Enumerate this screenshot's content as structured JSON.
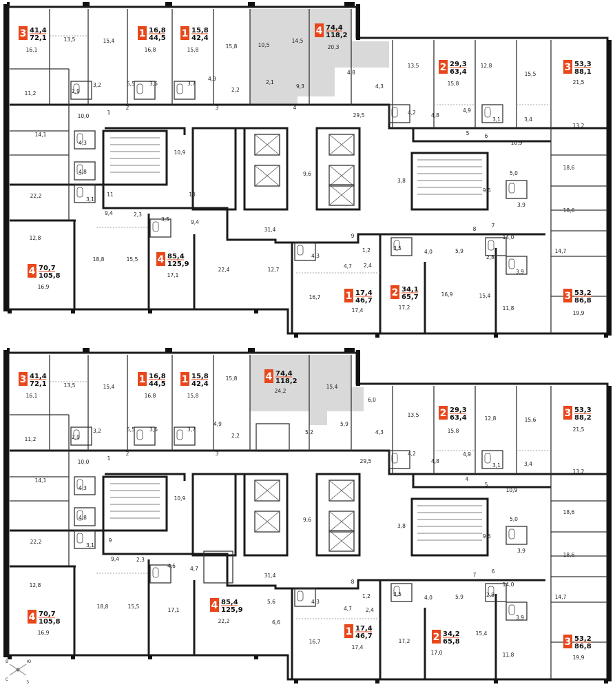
{
  "floors": [
    {
      "apartments": [
        {
          "rooms": "3",
          "area": "41,4",
          "total": "72,1"
        },
        {
          "rooms": "1",
          "area": "16,8",
          "total": "44,5"
        },
        {
          "rooms": "1",
          "area": "15,8",
          "total": "42,4"
        },
        {
          "rooms": "4",
          "area": "74,4",
          "total": "118,2"
        },
        {
          "rooms": "2",
          "area": "29,3",
          "total": "63,4"
        },
        {
          "rooms": "3",
          "area": "53,3",
          "total": "88,1"
        },
        {
          "rooms": "4",
          "area": "70,7",
          "total": "105,8"
        },
        {
          "rooms": "4",
          "area": "85,4",
          "total": "125,9"
        },
        {
          "rooms": "1",
          "area": "17,4",
          "total": "46,7"
        },
        {
          "rooms": "2",
          "area": "34,1",
          "total": "65,7"
        },
        {
          "rooms": "3",
          "area": "53,2",
          "total": "86,8"
        }
      ],
      "room_areas": [
        "16,1",
        "13,5",
        "15,4",
        "16,8",
        "15,8",
        "15,8",
        "10,5",
        "14,5",
        "20,3",
        "13,5",
        "15,8",
        "12,8",
        "15,5",
        "21,5",
        "11,2",
        "2,9",
        "3,2",
        "5,5",
        "3,6",
        "3,7",
        "4,9",
        "2,2",
        "2,1",
        "9,3",
        "4,8",
        "4,3",
        "4,2",
        "4,8",
        "4,9",
        "3,1",
        "3,4",
        "10,0",
        "29,5",
        "14,1",
        "4,3",
        "10,9",
        "13,2",
        "10,9",
        "4,8",
        "9,6",
        "3,8",
        "18,6",
        "5,0",
        "22,2",
        "3,1",
        "9,5",
        "3,9",
        "9,4",
        "2,3",
        "3,5",
        "9,4",
        "18,6",
        "12,8",
        "31,4",
        "14,0",
        "1,2",
        "3,5",
        "4,0",
        "5,9",
        "2,8",
        "14,7",
        "4,3",
        "4,7",
        "2,4",
        "18,8",
        "15,5",
        "17,1",
        "22,4",
        "12,7",
        "3,9",
        "16,9",
        "16,7",
        "17,4",
        "17,2",
        "16,9",
        "15,4",
        "11,8",
        "19,9"
      ],
      "markers": [
        "1",
        "2",
        "3",
        "4",
        "5",
        "6",
        "7",
        "8",
        "9",
        "10",
        "11"
      ]
    },
    {
      "apartments": [
        {
          "rooms": "3",
          "area": "41,4",
          "total": "72,1"
        },
        {
          "rooms": "1",
          "area": "16,8",
          "total": "44,5"
        },
        {
          "rooms": "1",
          "area": "15,8",
          "total": "42,4"
        },
        {
          "rooms": "4",
          "area": "74,4",
          "total": "118,2"
        },
        {
          "rooms": "2",
          "area": "29,3",
          "total": "63,4"
        },
        {
          "rooms": "3",
          "area": "53,3",
          "total": "88,2"
        },
        {
          "rooms": "4",
          "area": "70,7",
          "total": "105,8"
        },
        {
          "rooms": "4",
          "area": "85,4",
          "total": "125,9"
        },
        {
          "rooms": "1",
          "area": "17,4",
          "total": "46,7"
        },
        {
          "rooms": "2",
          "area": "34,2",
          "total": "65,8"
        },
        {
          "rooms": "3",
          "area": "53,2",
          "total": "86,8"
        }
      ],
      "room_areas": [
        "16,1",
        "13,5",
        "15,4",
        "16,8",
        "15,8",
        "15,8",
        "24,2",
        "15,4",
        "6,0",
        "13,5",
        "15,8",
        "12,8",
        "15,6",
        "21,5",
        "11,2",
        "2,9",
        "3,2",
        "5,5",
        "3,6",
        "3,7",
        "4,9",
        "2,2",
        "5,2",
        "5,9",
        "4,3",
        "4,2",
        "4,8",
        "4,9",
        "3,1",
        "3,4",
        "10,0",
        "29,5",
        "14,1",
        "4,3",
        "10,9",
        "13,2",
        "10,9",
        "4,8",
        "9,6",
        "3,8",
        "18,6",
        "5,0",
        "22,2",
        "3,1",
        "9,5",
        "3,9",
        "9,4",
        "2,3",
        "4,6",
        "4,7",
        "18,6",
        "12,8",
        "31,4",
        "14,0",
        "1,2",
        "3,5",
        "4,0",
        "5,9",
        "2,8",
        "14,7",
        "4,3",
        "4,7",
        "2,4",
        "18,8",
        "15,5",
        "17,1",
        "22,2",
        "5,6",
        "6,6",
        "3,9",
        "16,9",
        "16,7",
        "17,4",
        "17,2",
        "17,0",
        "15,4",
        "11,8",
        "19,9"
      ],
      "markers": [
        "1",
        "2",
        "3",
        "4",
        "5",
        "6",
        "7",
        "8",
        "9"
      ]
    }
  ],
  "compass": {
    "north": "С",
    "south": "Ю",
    "east": "В",
    "west": "З"
  },
  "colors": {
    "accent": "#e8471b",
    "highlight_fill": "#d9d9d9",
    "wall": "#1b1b1b"
  }
}
